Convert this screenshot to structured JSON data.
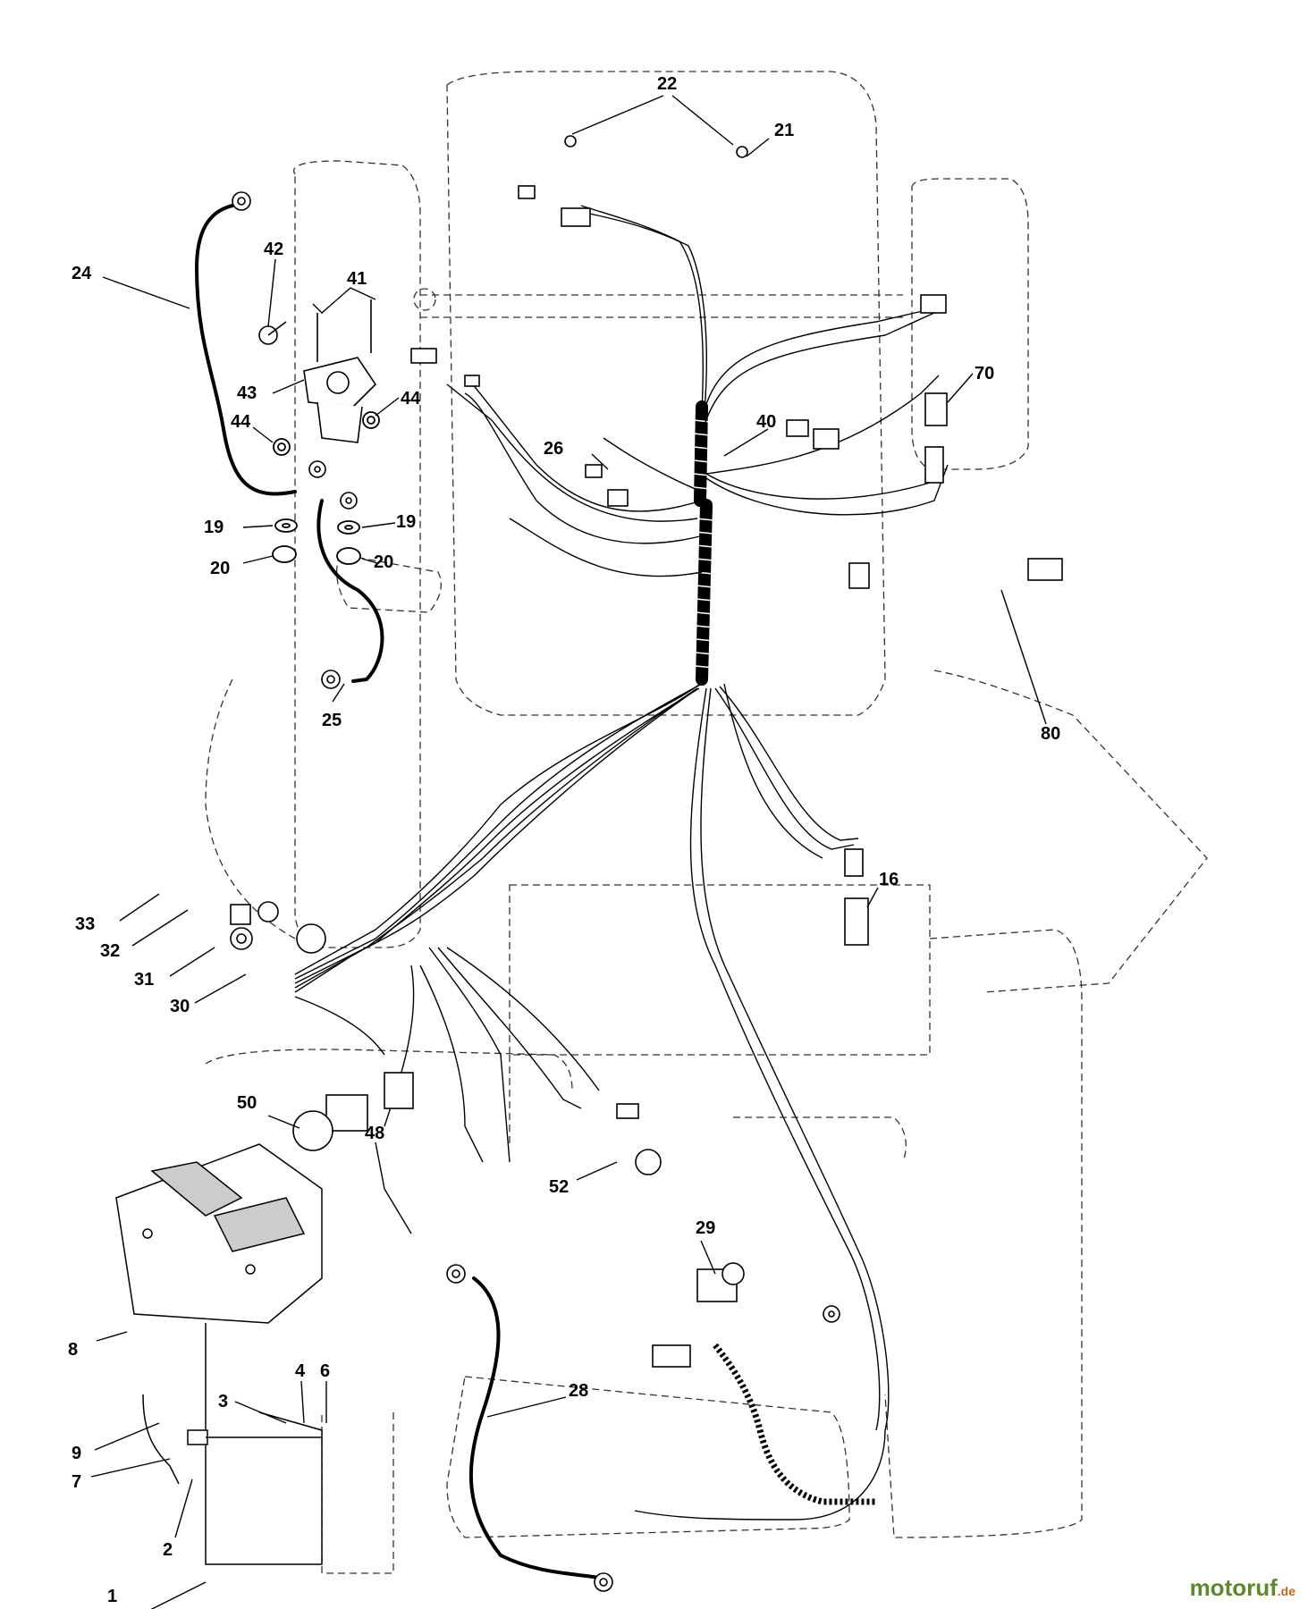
{
  "diagram": {
    "callouts": [
      {
        "id": "c22",
        "label": "22"
      },
      {
        "id": "c21",
        "label": "21"
      },
      {
        "id": "c24",
        "label": "24"
      },
      {
        "id": "c42",
        "label": "42"
      },
      {
        "id": "c41",
        "label": "41"
      },
      {
        "id": "c43",
        "label": "43"
      },
      {
        "id": "c44a",
        "label": "44"
      },
      {
        "id": "c44b",
        "label": "44"
      },
      {
        "id": "c19a",
        "label": "19"
      },
      {
        "id": "c19b",
        "label": "19"
      },
      {
        "id": "c20a",
        "label": "20"
      },
      {
        "id": "c20b",
        "label": "20"
      },
      {
        "id": "c25",
        "label": "25"
      },
      {
        "id": "c26",
        "label": "26"
      },
      {
        "id": "c40",
        "label": "40"
      },
      {
        "id": "c70",
        "label": "70"
      },
      {
        "id": "c80",
        "label": "80"
      },
      {
        "id": "c16",
        "label": "16"
      },
      {
        "id": "c33",
        "label": "33"
      },
      {
        "id": "c32",
        "label": "32"
      },
      {
        "id": "c31",
        "label": "31"
      },
      {
        "id": "c30",
        "label": "30"
      },
      {
        "id": "c50",
        "label": "50"
      },
      {
        "id": "c48",
        "label": "48"
      },
      {
        "id": "c52",
        "label": "52"
      },
      {
        "id": "c29",
        "label": "29"
      },
      {
        "id": "c28",
        "label": "28"
      },
      {
        "id": "c8",
        "label": "8"
      },
      {
        "id": "c9",
        "label": "9"
      },
      {
        "id": "c7",
        "label": "7"
      },
      {
        "id": "c3",
        "label": "3"
      },
      {
        "id": "c4",
        "label": "4"
      },
      {
        "id": "c6",
        "label": "6"
      },
      {
        "id": "c2",
        "label": "2"
      },
      {
        "id": "c1",
        "label": "1"
      }
    ]
  },
  "watermark": {
    "brand": "motoruf",
    "suffix": ".de"
  }
}
